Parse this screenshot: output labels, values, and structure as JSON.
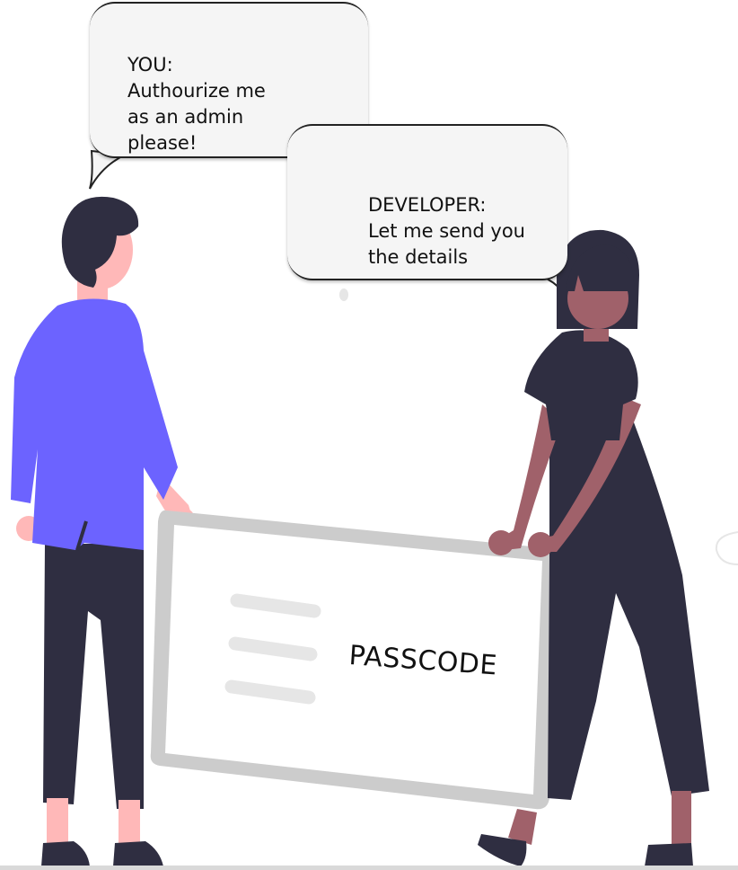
{
  "bubbles": {
    "you": "YOU:\n Authourize me\nas an admin\nplease!",
    "developer": "DEVELOPER:\nLet me send you\nthe details"
  },
  "card": {
    "label": "PASSCODE"
  },
  "colors": {
    "shirt_blue": "#6c63ff",
    "dark": "#2f2e41",
    "skin_light": "#ffb8b8",
    "skin_dark": "#a0616a",
    "card_border": "#cccccc",
    "card_lines": "#e6e6e6",
    "bubble_fill": "#f5f5f5"
  }
}
